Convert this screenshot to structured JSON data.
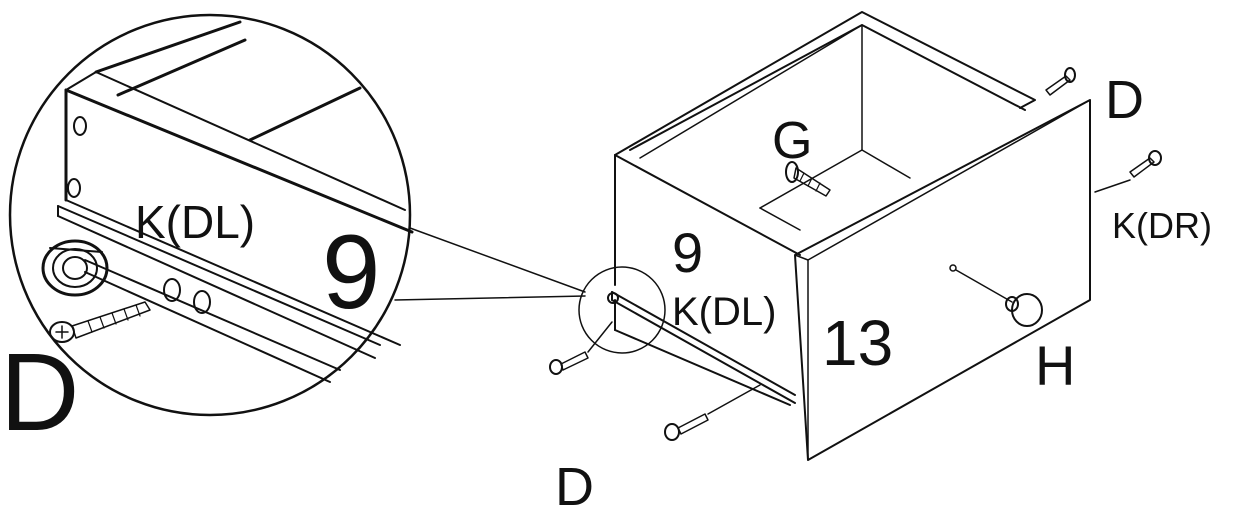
{
  "labels": {
    "zoom_screw_label": "D",
    "zoom_slide_label": "K(DL)",
    "zoom_panel_number": "9",
    "screw_top_right": "D",
    "slide_right_label": "K(DR)",
    "back_screw_label": "G",
    "side_panel_number": "9",
    "side_slide_label": "K(DL)",
    "front_panel_number": "13",
    "knob_label": "H",
    "screw_bottom_label": "D"
  }
}
